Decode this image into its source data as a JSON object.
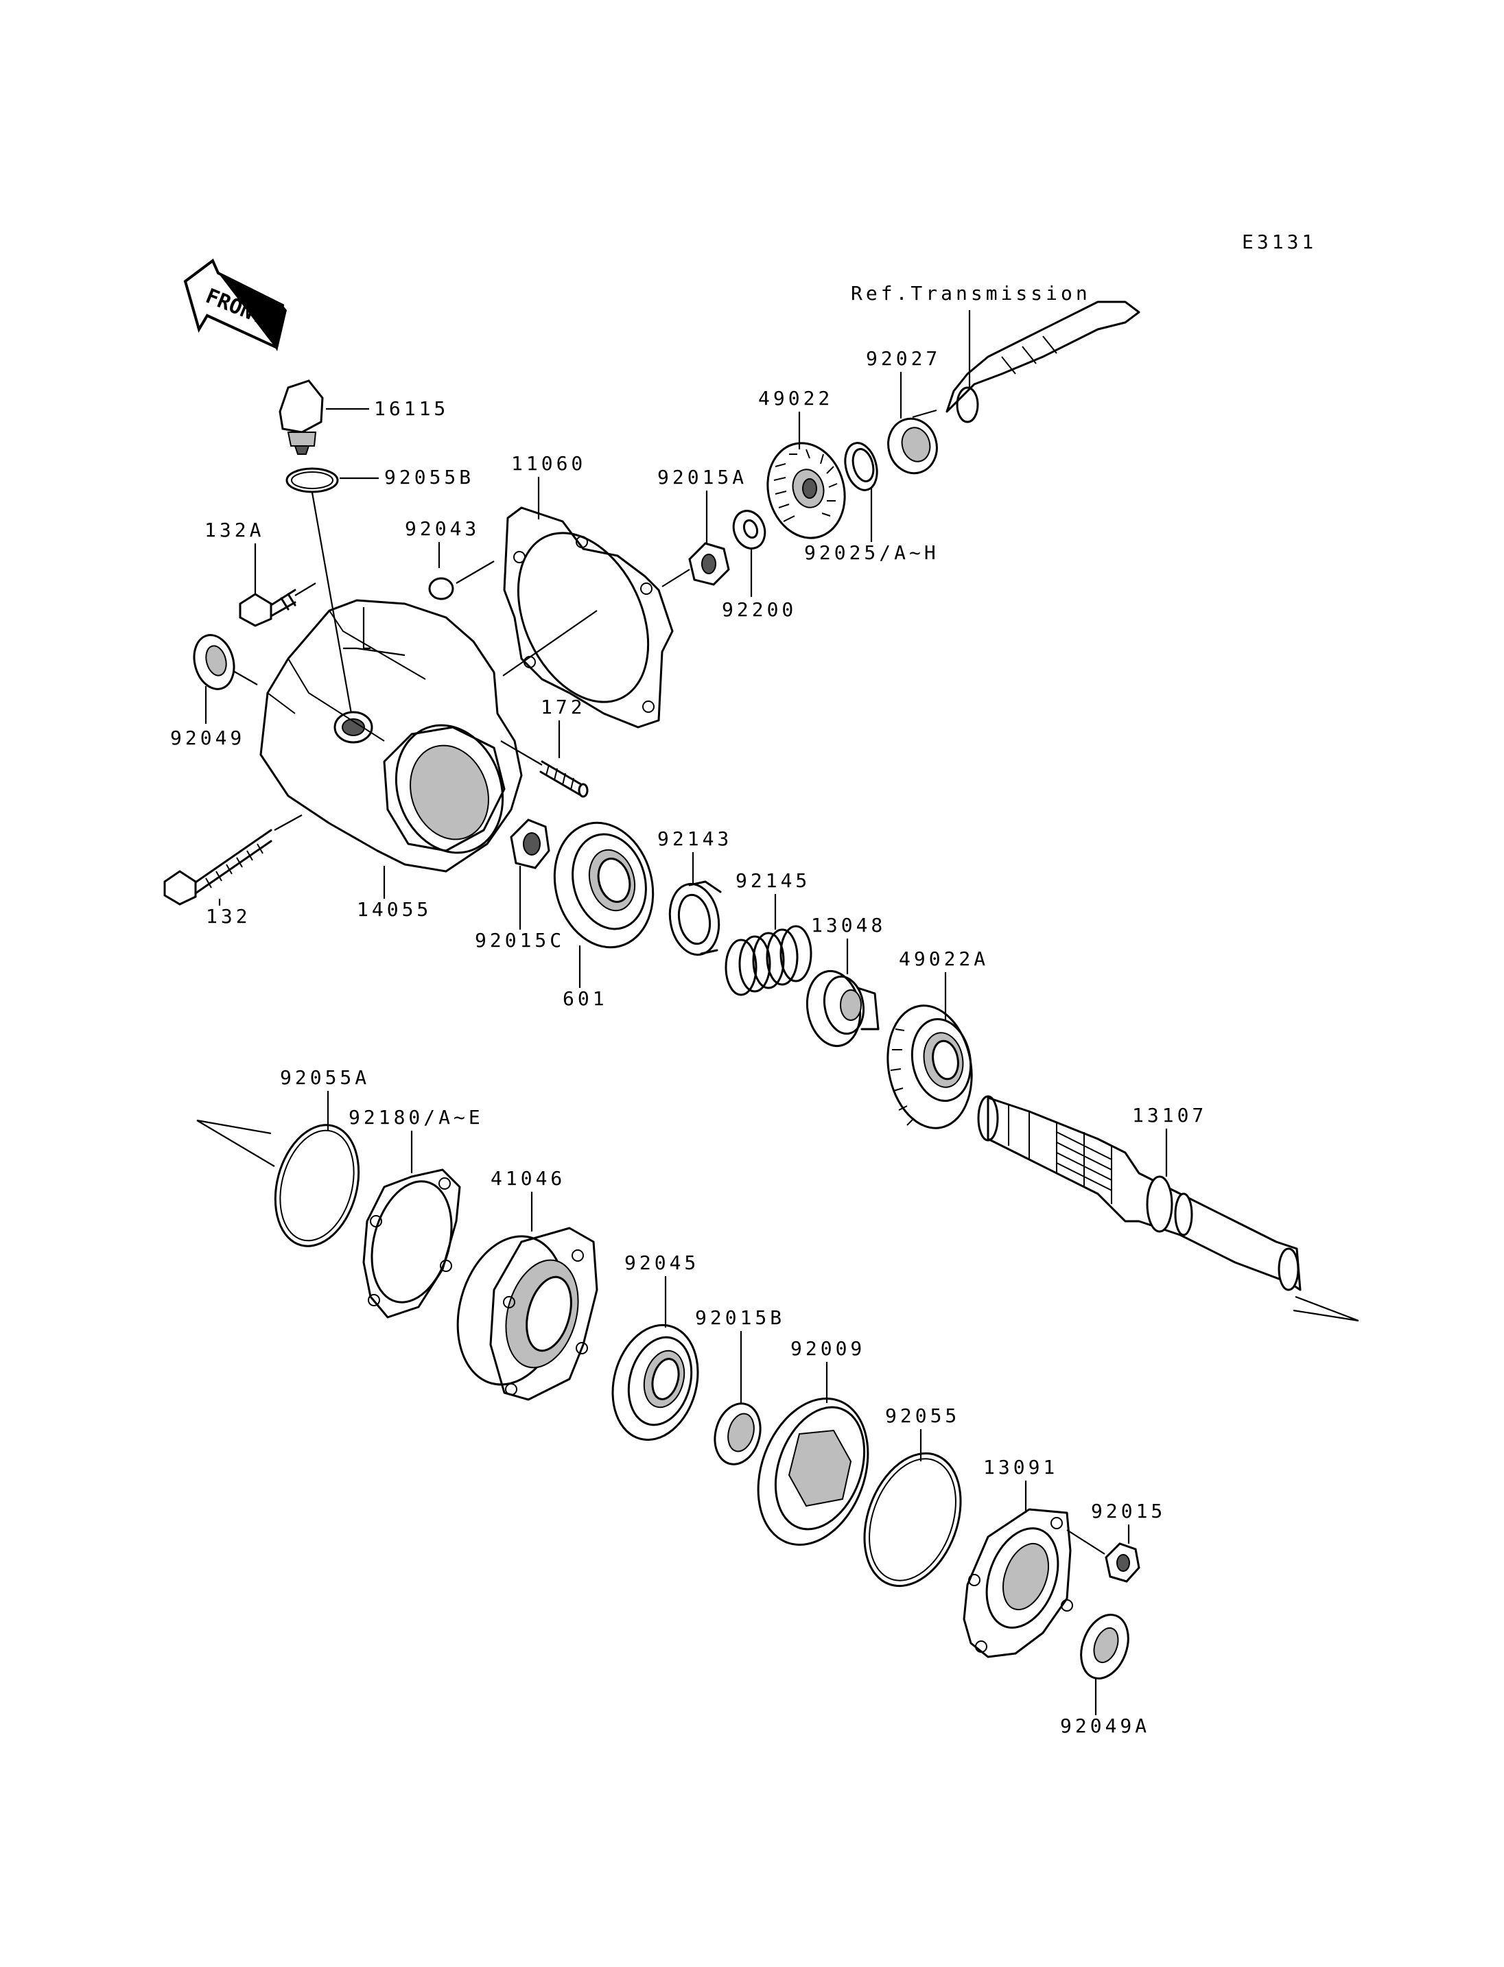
{
  "diagram_code": "E3131",
  "front_arrow_label": "FRONT",
  "reference_label": "Ref.Transmission",
  "parts": {
    "p16115": "16115",
    "p92055B": "92055B",
    "p11060": "11060",
    "p92043": "92043",
    "p132A": "132A",
    "p92049": "92049",
    "p172": "172",
    "p132": "132",
    "p14055": "14055",
    "p92015C": "92015C",
    "p601": "601",
    "p92015A": "92015A",
    "p92200": "92200",
    "p49022": "49022",
    "p92025": "92025/A~H",
    "p92027": "92027",
    "p92143": "92143",
    "p92145": "92145",
    "p13048": "13048",
    "p49022A": "49022A",
    "p13107": "13107",
    "p92055A": "92055A",
    "p92180": "92180/A~E",
    "p41046": "41046",
    "p92045": "92045",
    "p92015B": "92015B",
    "p92009": "92009",
    "p92055": "92055",
    "p13091": "13091",
    "p92015": "92015",
    "p92049A": "92049A"
  }
}
